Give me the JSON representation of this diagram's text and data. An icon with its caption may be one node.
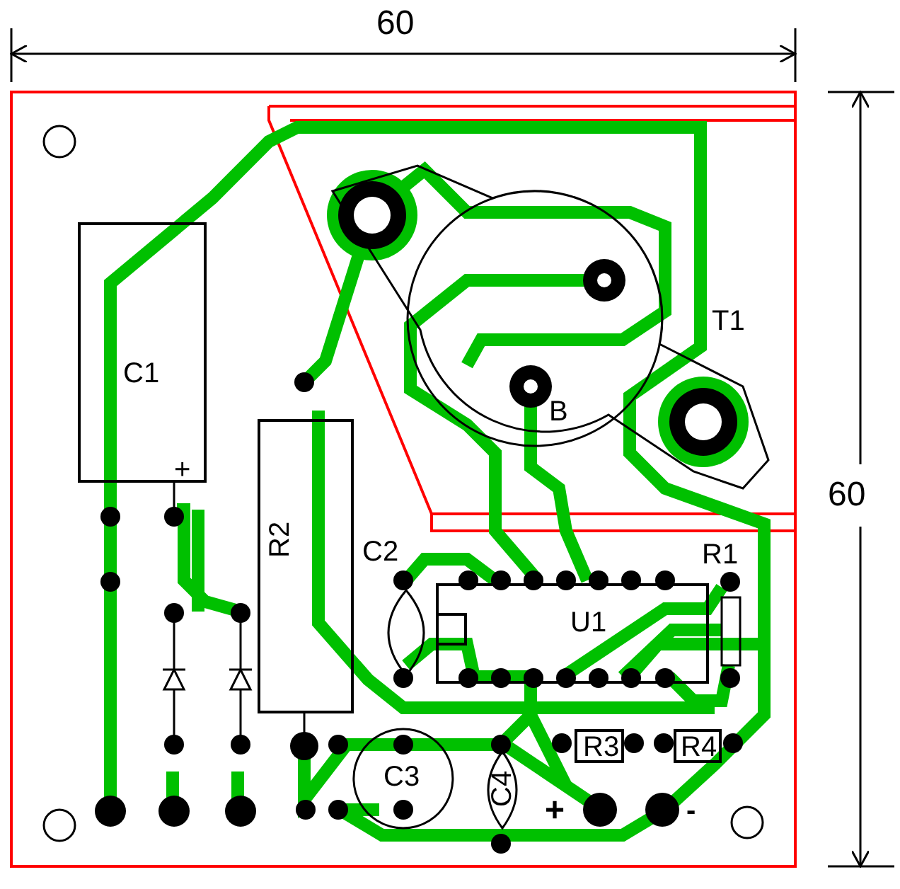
{
  "diagram": {
    "nodes": [
      {
        "text": [
          "C1",
          "+"
        ]
      },
      {
        "text": [
          "R2"
        ]
      },
      {
        "text": [
          "T1",
          "B"
        ]
      },
      {
        "text": [
          "C2"
        ]
      },
      {
        "text": [
          "U1"
        ]
      },
      {
        "text": [
          "R1"
        ]
      },
      {
        "text": [
          "R3"
        ]
      },
      {
        "text": [
          "R4"
        ]
      },
      {
        "text": [
          "C3"
        ]
      },
      {
        "text": [
          "C4"
        ]
      }
    ],
    "edges": [],
    "labels": [
      "60",
      "60",
      "+",
      "-"
    ]
  }
}
